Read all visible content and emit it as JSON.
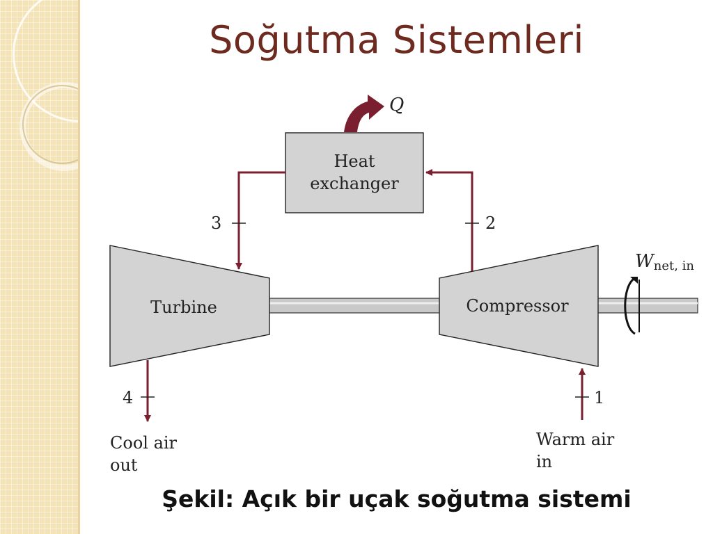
{
  "slide": {
    "title": "Soğutma Sistemleri",
    "caption": "Şekil: Açık bir uçak soğutma sistemi"
  },
  "diagram": {
    "heat_exchanger": [
      "Heat",
      "exchanger"
    ],
    "turbine": "Turbine",
    "compressor": "Compressor",
    "heat_out": "Q",
    "work_main": "W",
    "work_sub": "net, in",
    "state_1": "1",
    "state_2": "2",
    "state_3": "3",
    "state_4": "4",
    "outlet": [
      "Cool air",
      "out"
    ],
    "inlet": [
      "Warm air",
      "in"
    ]
  },
  "colors": {
    "title": "#6e2a1f",
    "flow_arrow": "#7a1f2f",
    "component_fill": "#d3d3d3",
    "side_band": "#f3e3b7"
  }
}
